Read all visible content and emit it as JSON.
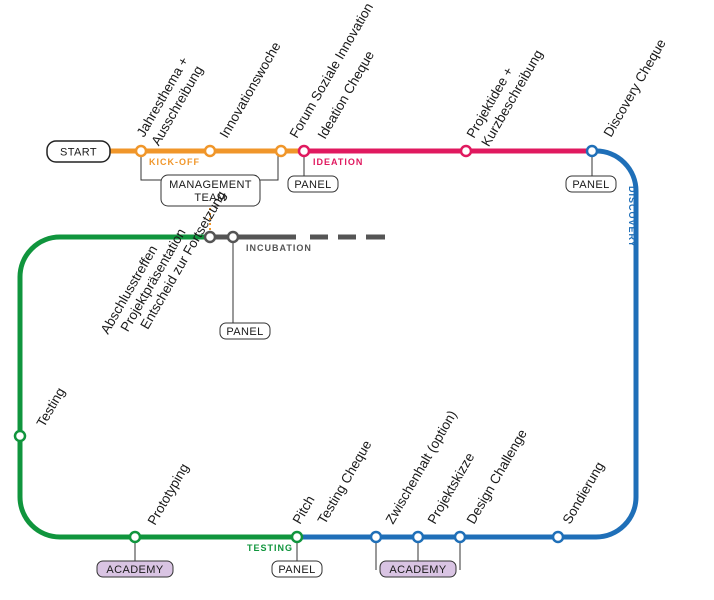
{
  "colors": {
    "kickoff": "#f0962a",
    "ideation": "#e0195f",
    "discovery": "#1f6fb8",
    "testing": "#10953d",
    "incubation": "#555555",
    "academy_fill": "#d9c4e3",
    "pill_border": "#333333"
  },
  "pills": {
    "start": "START",
    "management_1": "MANAGEMENT",
    "management_2": "TEAM",
    "panel_ideation": "PANEL",
    "panel_discovery": "PANEL",
    "panel_incubation": "PANEL",
    "panel_testing": "PANEL",
    "academy_prototyping": "ACADEMY",
    "academy_discovery": "ACADEMY"
  },
  "line_labels": {
    "kickoff": "KICK-OFF",
    "ideation": "IDEATION",
    "incubation": "INCUBATION",
    "discovery": "DISCOVERY",
    "testing": "TESTING"
  },
  "stations": {
    "jahresthema_1": "Jahresthema +",
    "jahresthema_2": "Ausschreibung",
    "innovationswoche": "Innovationswoche",
    "forum": "Forum Soziale Innovation",
    "ideation_cheque": "Ideation Cheque",
    "projektidee_1": "Projektidee +",
    "projektidee_2": "Kurzbeschreibung",
    "discovery_cheque": "Discovery Cheque",
    "abschluss_1": "Abschlusstreffen",
    "abschluss_2": "Projektpräsentation",
    "abschluss_3": "Entscheid zur Fortsetzung",
    "testing": "Testing",
    "prototyping": "Prototyping",
    "pitch": "Pitch",
    "testing_cheque": "Testing Cheque",
    "zwischenhalt": "Zwischenhalt (option)",
    "projektskizze": "Projektskizze",
    "design_challenge": "Design Challenge",
    "sondierung": "Sondierung"
  }
}
